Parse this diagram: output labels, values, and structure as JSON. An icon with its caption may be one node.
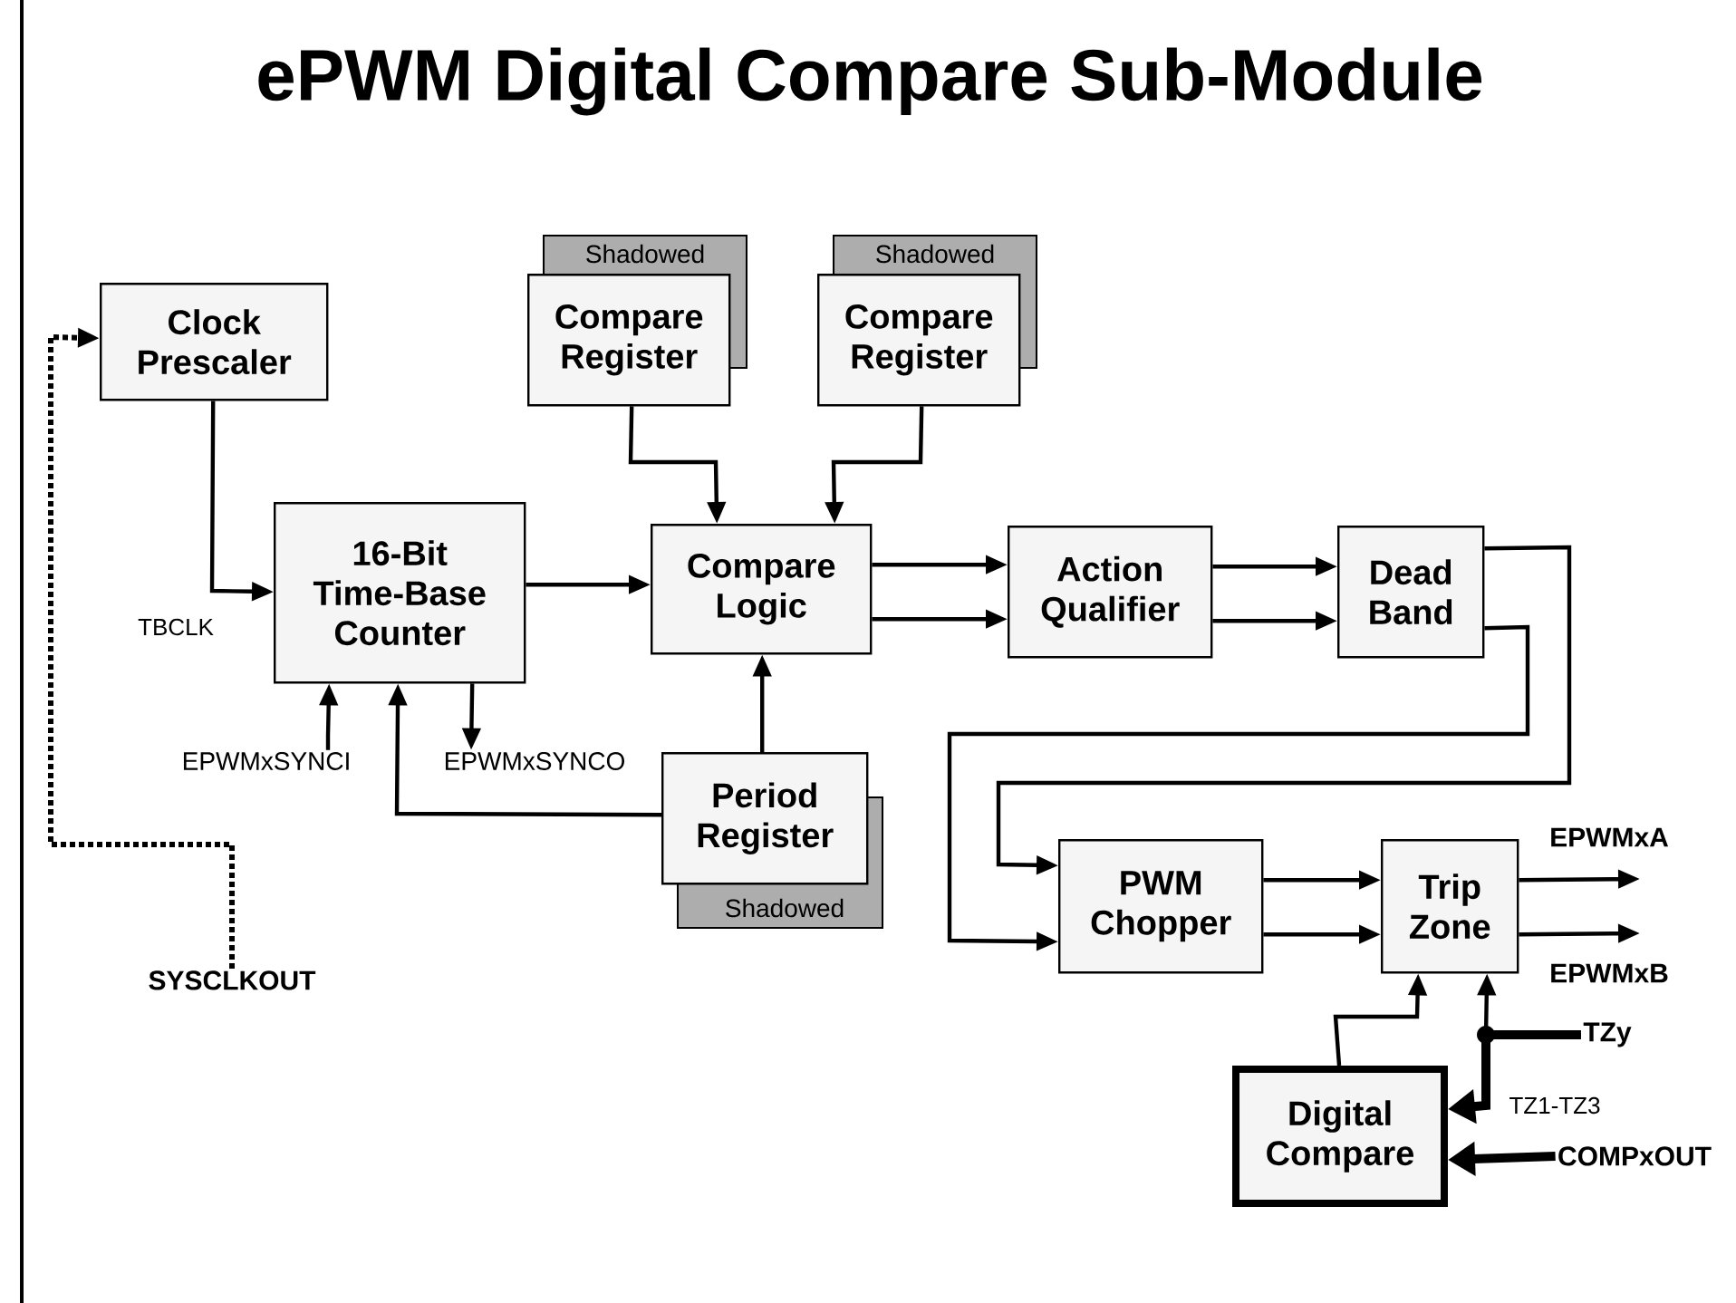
{
  "diagram": {
    "title": "ePWM Digital Compare Sub-Module",
    "nodes": [
      {
        "text": [
          "Clock Prescaler"
        ]
      },
      {
        "text": [
          "Shadowed",
          "Compare Register"
        ]
      },
      {
        "text": [
          "Shadowed",
          "Compare Register"
        ]
      },
      {
        "text": [
          "16-Bit Time-Base Counter"
        ]
      },
      {
        "text": [
          "Compare Logic"
        ]
      },
      {
        "text": [
          "Action Qualifier"
        ]
      },
      {
        "text": [
          "Dead Band"
        ]
      },
      {
        "text": [
          "Period Register",
          "Shadowed"
        ]
      },
      {
        "text": [
          "PWM Chopper"
        ]
      },
      {
        "text": [
          "Trip Zone"
        ]
      },
      {
        "text": [
          "Digital Compare"
        ]
      },
      {
        "text": [
          "EPWMxSYNCI"
        ]
      },
      {
        "text": [
          "EPWMxSYNCO"
        ]
      },
      {
        "text": [
          "SYSCLKOUT"
        ]
      },
      {
        "text": [
          "TZy"
        ]
      },
      {
        "text": [
          "COMPxOUT"
        ]
      },
      {
        "text": [
          "EPWMxA"
        ]
      },
      {
        "text": [
          "EPWMxB"
        ]
      }
    ],
    "edges": [
      {
        "from": 13,
        "to": 0,
        "arrow": "to",
        "style": "dashed"
      },
      {
        "from": 0,
        "to": 3,
        "arrow": "to",
        "label": "TBCLK"
      },
      {
        "from": 3,
        "to": 4,
        "arrow": "to"
      },
      {
        "from": 1,
        "to": 4,
        "arrow": "to"
      },
      {
        "from": 2,
        "to": 4,
        "arrow": "to"
      },
      {
        "from": 7,
        "to": 4,
        "arrow": "to"
      },
      {
        "from": 7,
        "to": 3,
        "arrow": "to"
      },
      {
        "from": 11,
        "to": 3,
        "arrow": "to"
      },
      {
        "from": 3,
        "to": 12,
        "arrow": "to"
      },
      {
        "from": 4,
        "to": 5,
        "arrow": "to"
      },
      {
        "from": 4,
        "to": 5,
        "arrow": "to"
      },
      {
        "from": 5,
        "to": 6,
        "arrow": "to"
      },
      {
        "from": 5,
        "to": 6,
        "arrow": "to"
      },
      {
        "from": 6,
        "to": 8,
        "arrow": "to"
      },
      {
        "from": 6,
        "to": 8,
        "arrow": "to"
      },
      {
        "from": 8,
        "to": 9,
        "arrow": "to"
      },
      {
        "from": 8,
        "to": 9,
        "arrow": "to"
      },
      {
        "from": 9,
        "to": 16,
        "arrow": "to"
      },
      {
        "from": 9,
        "to": 17,
        "arrow": "to"
      },
      {
        "from": 10,
        "to": 9,
        "arrow": "to"
      },
      {
        "from": 14,
        "to": 9,
        "arrow": "to"
      },
      {
        "from": 14,
        "to": 10,
        "arrow": "to",
        "style": "thick",
        "label": "TZ1-TZ3"
      },
      {
        "from": 15,
        "to": 10,
        "arrow": "to",
        "style": "thick"
      }
    ]
  }
}
